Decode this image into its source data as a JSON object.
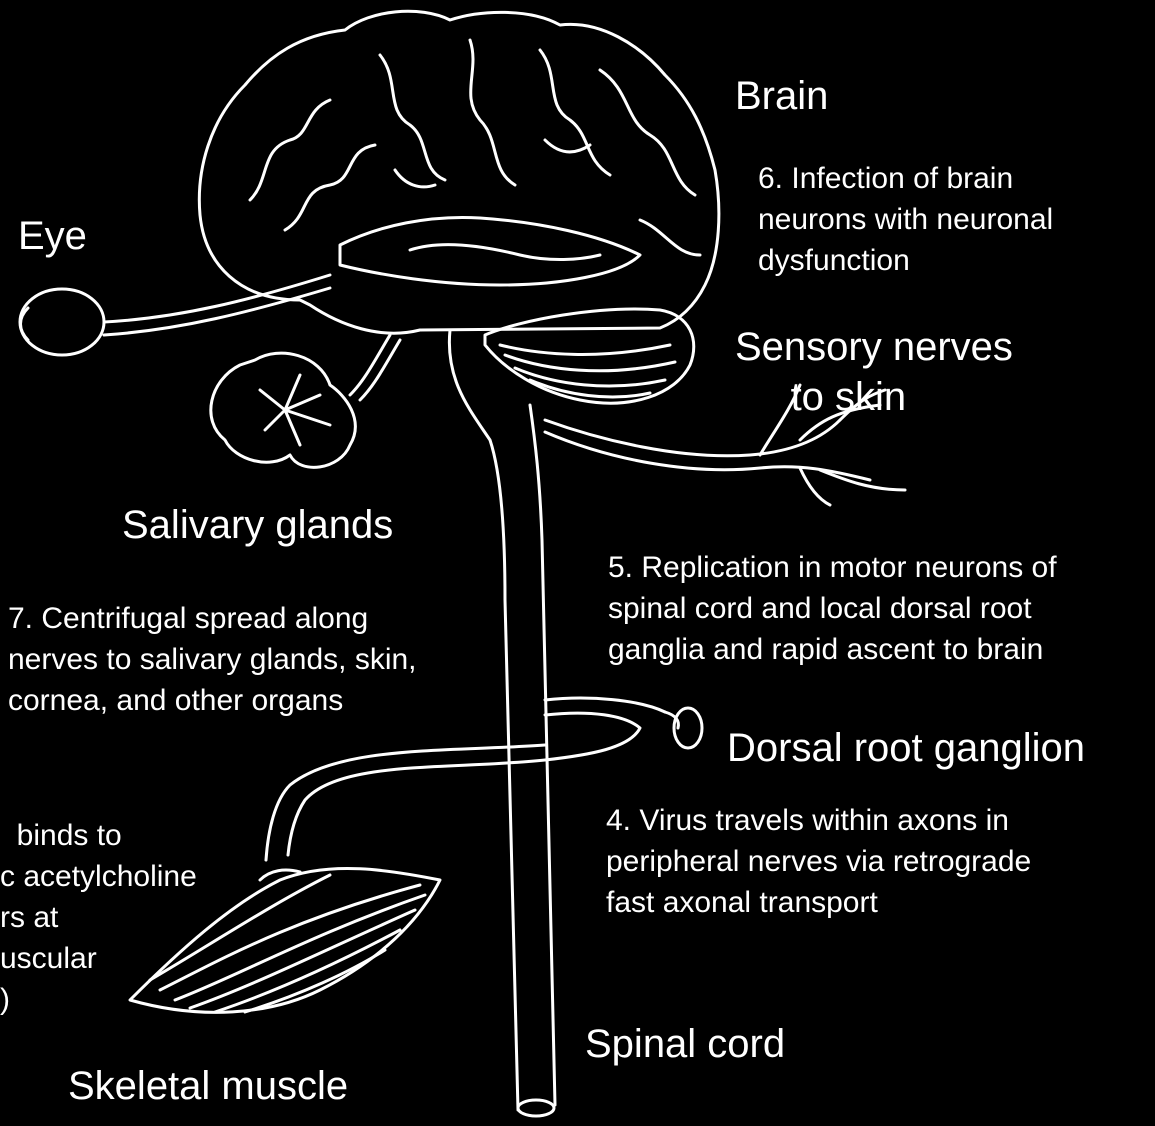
{
  "colors": {
    "background": "#000000",
    "ink": "#ffffff"
  },
  "labels": {
    "brain": "Brain",
    "eye": "Eye",
    "sensory_nerves": "Sensory nerves\n     to skin",
    "salivary_glands": "Salivary glands",
    "dorsal_root_ganglion": "Dorsal root ganglion",
    "spinal_cord": "Spinal cord",
    "skeletal_muscle": "Skeletal muscle"
  },
  "steps": {
    "step4": "4. Virus travels within axons in\nperipheral nerves via retrograde\nfast axonal transport",
    "step5": "5. Replication in motor neurons of\nspinal cord and local dorsal root\nganglia and rapid ascent to brain",
    "step6": "6. Infection of brain\nneurons with neuronal\ndysfunction",
    "step7": "7. Centrifugal spread along\nnerves to salivary glands, skin,\ncornea, and other organs",
    "step3_partial": "  binds to\nc acetylcholine\nrs at\nuscular\n)"
  }
}
